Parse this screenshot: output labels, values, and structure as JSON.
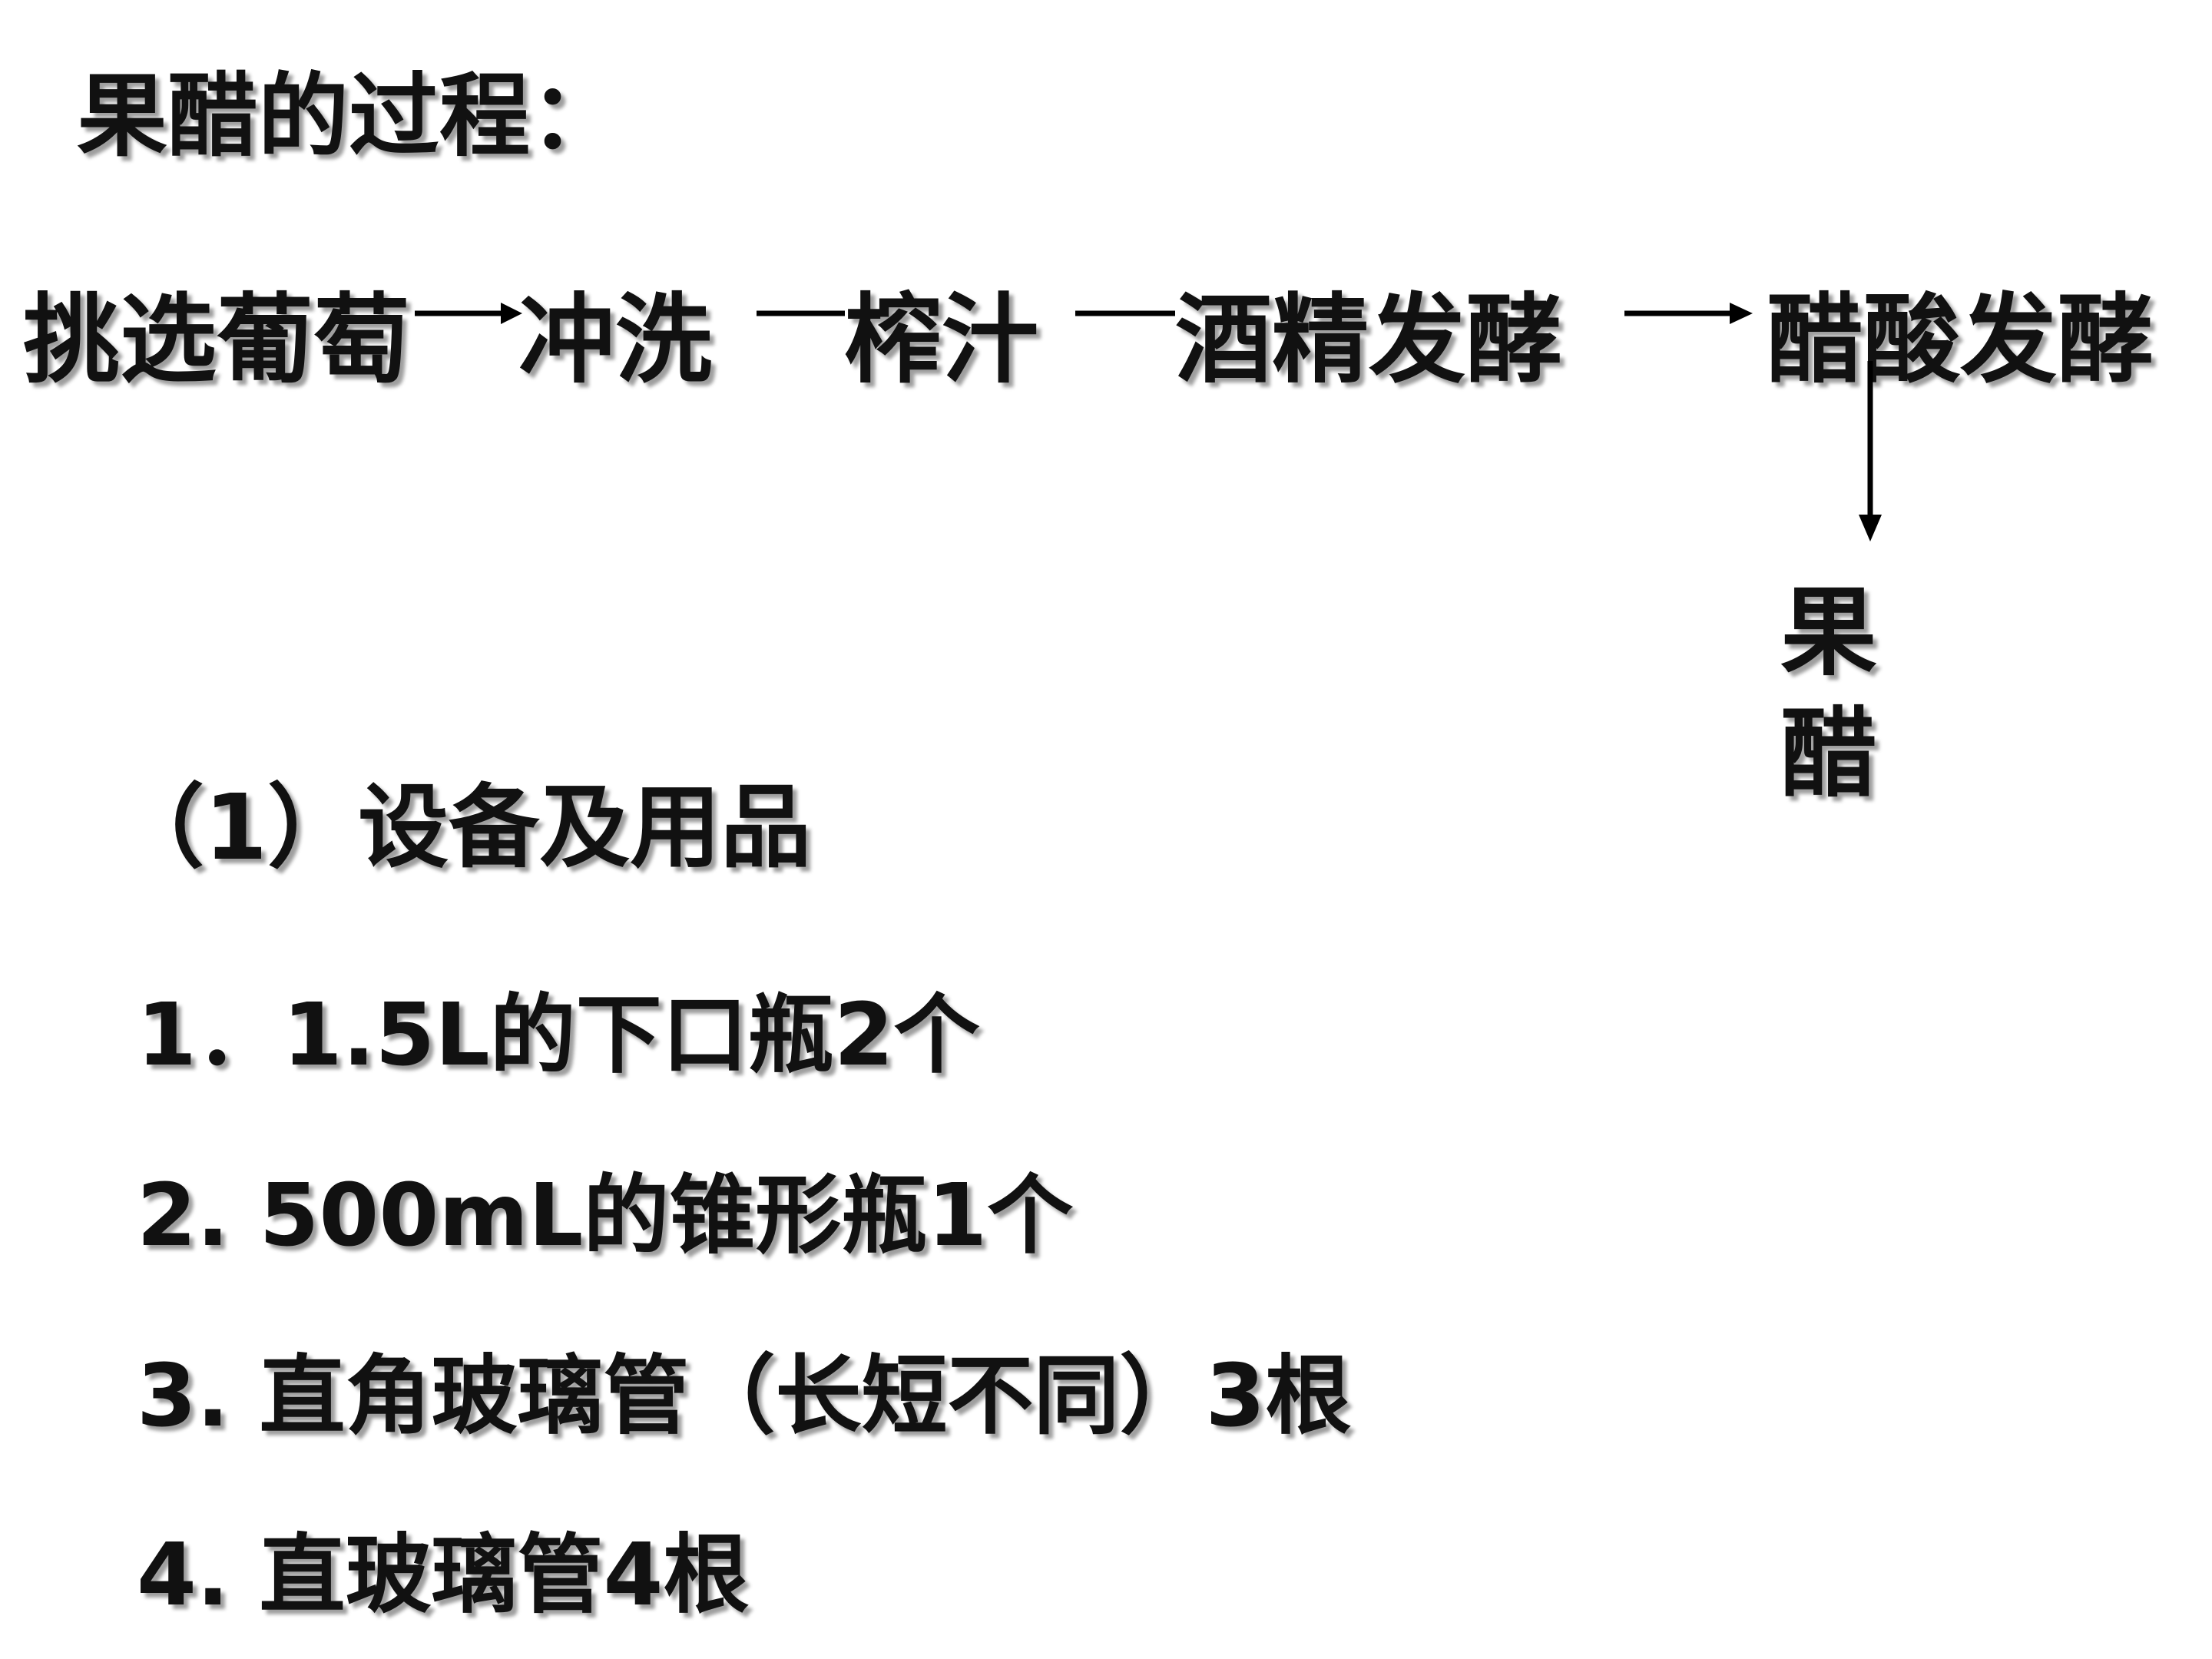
{
  "title": "果醋的过程：",
  "flow": {
    "steps": [
      "挑选葡萄",
      "冲洗",
      "榨汁",
      "酒精发酵",
      "醋酸发酵"
    ],
    "product": "果醋",
    "arrow_color": "#000000"
  },
  "section": {
    "heading": "（1）设备及用品",
    "items": [
      "1．1.5L的下口瓶2个",
      "2.  500mL的锥形瓶1个",
      "3. 直角玻璃管（长短不同）3根",
      "4.  直玻璃管4根"
    ]
  }
}
